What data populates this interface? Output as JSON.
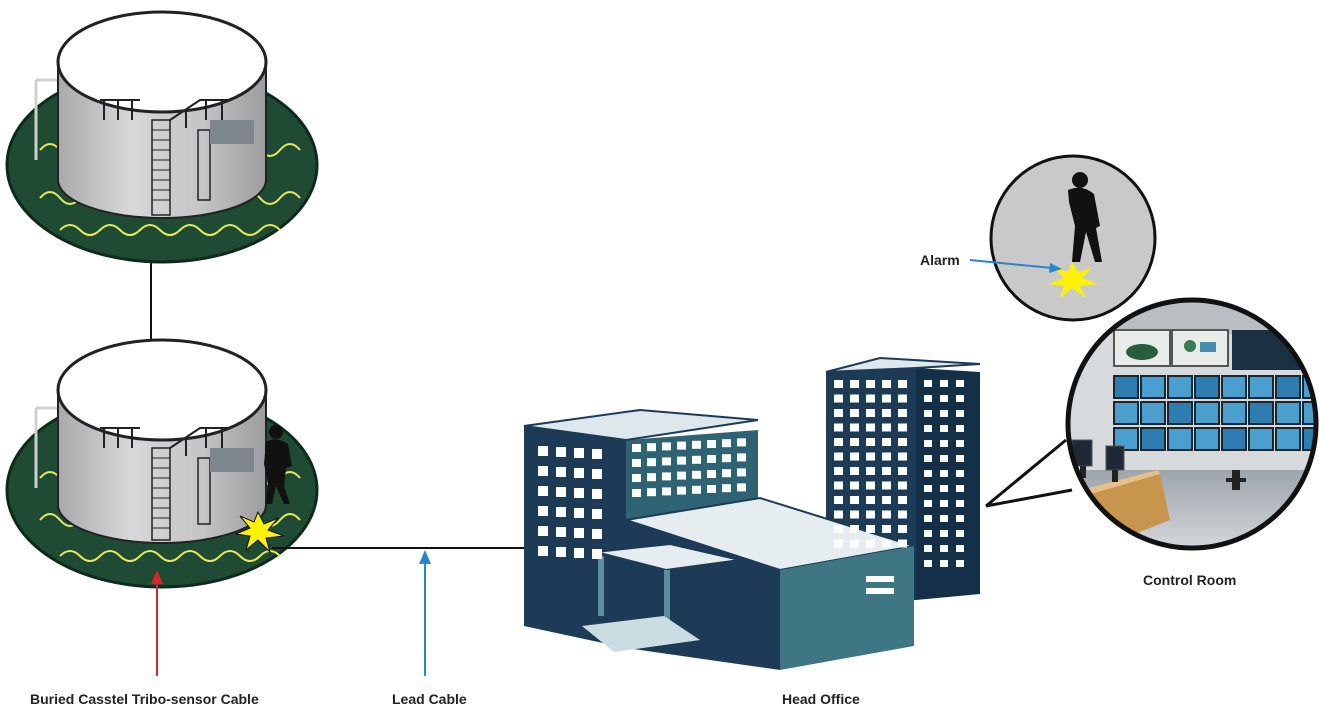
{
  "labels": {
    "buried_cable": "Buried Casstel Tribo-sensor Cable",
    "lead_cable": "Lead Cable",
    "head_office": "Head Office",
    "alarm": "Alarm",
    "control_room": "Control Room"
  },
  "colors": {
    "ground_green": "#1f4a34",
    "sensor_cable": "#e4e85a",
    "tank_body": "#c9c9cb",
    "building_dark": "#1d3a57",
    "building_mid": "#3e7783",
    "arrow_red": "#d9262a",
    "arrow_blue": "#2a86c8",
    "alarm_spark": "#fff200"
  },
  "icons": [
    "storage-tank-icon",
    "intruder-icon",
    "alarm-spark-icon",
    "office-building-icon",
    "control-room-icon"
  ]
}
